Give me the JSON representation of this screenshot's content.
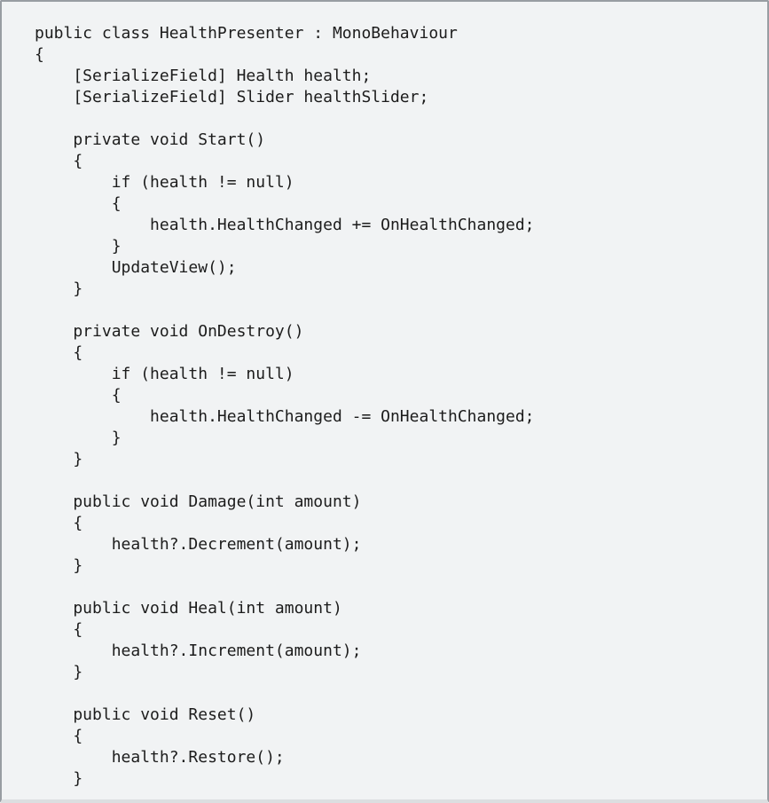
{
  "page": {
    "background_color": "#f1f3f4",
    "border_color": "#989da2",
    "text_color": "#1c1c1c"
  },
  "code_block": {
    "lines": [
      "public class HealthPresenter : MonoBehaviour",
      "{",
      "    [SerializeField] Health health;",
      "    [SerializeField] Slider healthSlider;",
      "",
      "    private void Start()",
      "    {",
      "        if (health != null)",
      "        {",
      "            health.HealthChanged += OnHealthChanged;",
      "        }",
      "        UpdateView();",
      "    }",
      "",
      "    private void OnDestroy()",
      "    {",
      "        if (health != null)",
      "        {",
      "            health.HealthChanged -= OnHealthChanged;",
      "        }",
      "    }",
      "",
      "    public void Damage(int amount)",
      "    {",
      "        health?.Decrement(amount);",
      "    }",
      "",
      "    public void Heal(int amount)",
      "    {",
      "        health?.Increment(amount);",
      "    }",
      "",
      "    public void Reset()",
      "    {",
      "        health?.Restore();",
      "    }"
    ]
  }
}
